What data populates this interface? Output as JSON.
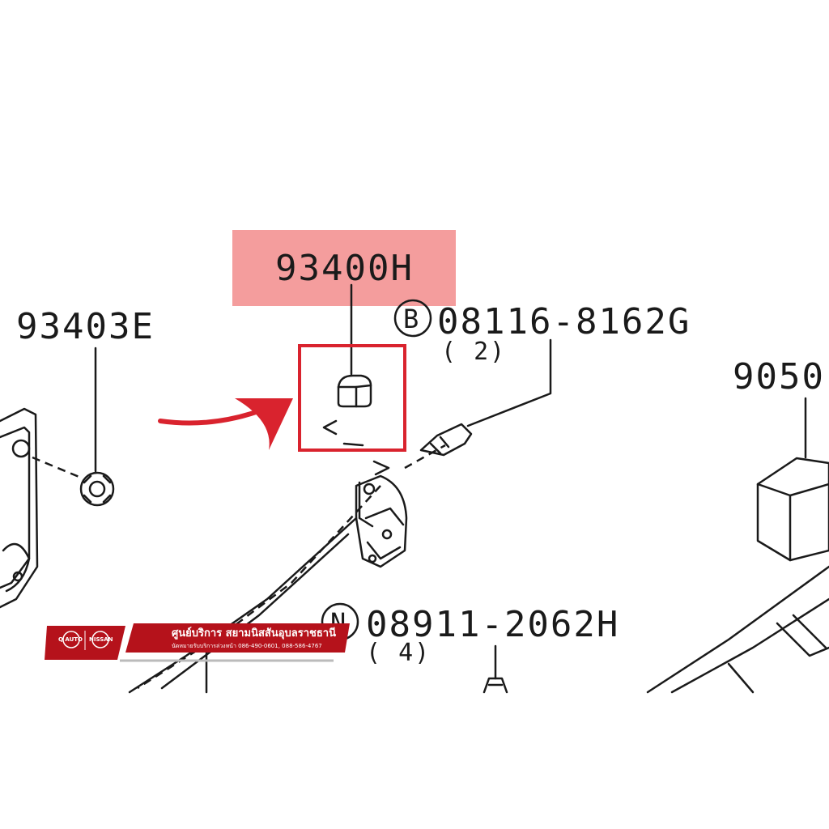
{
  "diagram": {
    "highlight_color": "#f28c8c",
    "accent_color": "#d9232e",
    "parts": [
      {
        "id": "93400H",
        "label": "93400H"
      },
      {
        "id": "93403E",
        "label": "93403E"
      },
      {
        "id": "08116-8162G",
        "prefix": "B",
        "label": "08116-8162G",
        "qty": "( 2)"
      },
      {
        "id": "9050",
        "label": "9050"
      },
      {
        "id": "08911-2062H",
        "prefix": "N",
        "label": "08911-2062H",
        "qty": "( 4)"
      }
    ]
  },
  "banner": {
    "logo_left": "Q AUTO",
    "logo_right": "NISSAN",
    "title": "ศูนย์บริการ สยามนิสสันอุบลราชธานี",
    "subtitle": "นัดหมายรับบริการล่วงหน้า 086-490-0601, 088-586-4767",
    "color": "#b5121b"
  }
}
